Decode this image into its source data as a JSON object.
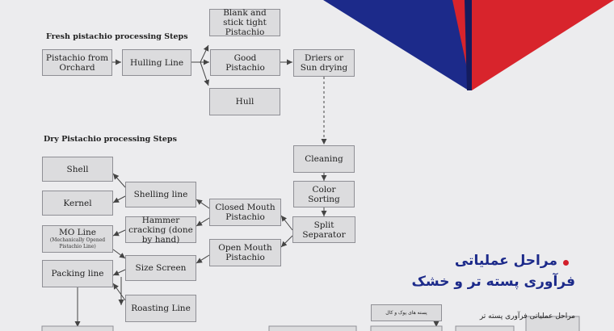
{
  "headings": {
    "fresh": "Fresh pistachio processing Steps",
    "dry": "Dry Pistachio processing Steps"
  },
  "fresh_boxes": {
    "orchard": "Pistachio from Orchard",
    "hulling": "Hulling Line",
    "blank": "Blank and stick tight Pistachio",
    "good": "Good Pistachio",
    "hull": "Hull",
    "driers": "Driers or Sun drying"
  },
  "dry_boxes": {
    "cleaning": "Cleaning",
    "color_sorting": "Color Sorting",
    "split_separator": "Split Separator",
    "closed_mouth": "Closed Mouth Pistachio",
    "open_mouth": "Open Mouth Pistachio",
    "shelling": "Shelling line",
    "hammer": "Hammer cracking (done by hand)",
    "size_screen": "Size Screen",
    "roasting": "Roasting Line",
    "shell": "Shell",
    "kernel": "Kernel",
    "mo_main": "MO Line",
    "mo_sub": "(Mechanically Opened Pistachio Line)",
    "packing": "Packing line"
  },
  "persian": {
    "title_line1": "مراحل عملیاتی",
    "title_line2": "فرآوری پسته تر و خشک",
    "subheading": "مراحل عملیاتی فرآوری پسته تر",
    "box_small": "پسته های پوک و کال"
  },
  "colors": {
    "navy": "#1c2a8a",
    "red": "#d8242c",
    "accent": "#d21f2b",
    "title_blue": "#1c2a8a"
  }
}
